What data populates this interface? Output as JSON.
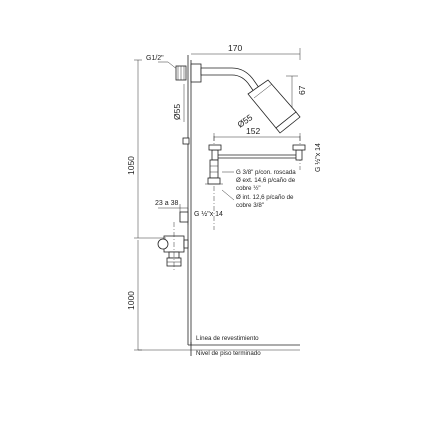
{
  "dimensions": {
    "d170": "170",
    "d67": "67",
    "d55_top": "Ø55",
    "d55_head": "Ø55",
    "d152": "152",
    "g_half_14_right": "G ½\"x 14",
    "d1050": "1050",
    "d1000": "1000",
    "d23a38": "23 a 38",
    "g_half_14_mid": "G ½\"x 14"
  },
  "labels": {
    "g12": "G1/2\"",
    "conn_line1": "G 3/8\" p/con. roscada",
    "conn_line2": "Ø ext. 14,6 p/caño de",
    "conn_line3": "cobre ½\"",
    "conn_line4": "Ø int. 12,6 p/caño de",
    "conn_line5": "cobre 3/8\"",
    "revestimiento": "Línea de revestimiento",
    "piso": "Nivel de piso terminado"
  }
}
